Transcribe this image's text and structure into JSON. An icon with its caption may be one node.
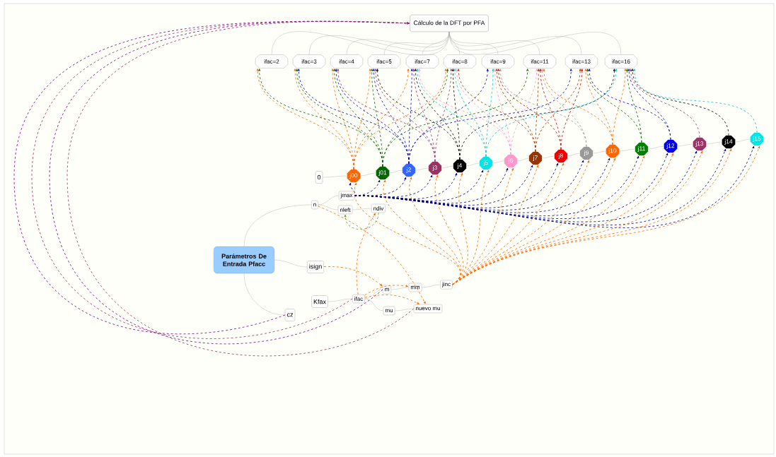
{
  "diagram": {
    "nodes": [
      {
        "text": [
          "Cálculo de la DFT por PFA"
        ]
      },
      {
        "text": [
          "ifac=2"
        ]
      },
      {
        "text": [
          "ifac=3"
        ]
      },
      {
        "text": [
          "ifac=4"
        ]
      },
      {
        "text": [
          "ifac=5"
        ]
      },
      {
        "text": [
          "ifac=7"
        ]
      },
      {
        "text": [
          "ifac=8"
        ]
      },
      {
        "text": [
          "ifac=9"
        ]
      },
      {
        "text": [
          "ifac=11"
        ]
      },
      {
        "text": [
          "ifac=13"
        ]
      },
      {
        "text": [
          "ifac=16"
        ]
      },
      {
        "text": [
          "0"
        ]
      },
      {
        "text": [
          "j00"
        ]
      },
      {
        "text": [
          "j01"
        ]
      },
      {
        "text": [
          "j2"
        ]
      },
      {
        "text": [
          "j3"
        ]
      },
      {
        "text": [
          "j4"
        ]
      },
      {
        "text": [
          "j5"
        ]
      },
      {
        "text": [
          "j6"
        ]
      },
      {
        "text": [
          "j7"
        ]
      },
      {
        "text": [
          "j8"
        ]
      },
      {
        "text": [
          "j9"
        ]
      },
      {
        "text": [
          "j10"
        ]
      },
      {
        "text": [
          "j11"
        ]
      },
      {
        "text": [
          "j12"
        ]
      },
      {
        "text": [
          "j13"
        ]
      },
      {
        "text": [
          "j14"
        ]
      },
      {
        "text": [
          "j15"
        ]
      },
      {
        "text": [
          "Parámetros De Entrada Pfacc"
        ]
      },
      {
        "text": [
          "n"
        ]
      },
      {
        "text": [
          "jmax"
        ]
      },
      {
        "text": [
          "nleft"
        ]
      },
      {
        "text": [
          "ndiv"
        ]
      },
      {
        "text": [
          "isign"
        ]
      },
      {
        "text": [
          "Kfax"
        ]
      },
      {
        "text": [
          "ifac"
        ]
      },
      {
        "text": [
          "m"
        ]
      },
      {
        "text": [
          "mm"
        ]
      },
      {
        "text": [
          "jinc"
        ]
      },
      {
        "text": [
          "mu"
        ]
      },
      {
        "text": [
          "nuevo mu"
        ]
      },
      {
        "text": [
          "cz"
        ]
      }
    ],
    "edges": [
      {
        "from": 0,
        "to": 1,
        "arrow": "none"
      },
      {
        "from": 0,
        "to": 2,
        "arrow": "none"
      },
      {
        "from": 0,
        "to": 3,
        "arrow": "none"
      },
      {
        "from": 0,
        "to": 4,
        "arrow": "none"
      },
      {
        "from": 0,
        "to": 5,
        "arrow": "none"
      },
      {
        "from": 0,
        "to": 6,
        "arrow": "none"
      },
      {
        "from": 0,
        "to": 7,
        "arrow": "none"
      },
      {
        "from": 0,
        "to": 8,
        "arrow": "none"
      },
      {
        "from": 0,
        "to": 9,
        "arrow": "none"
      },
      {
        "from": 0,
        "to": 10,
        "arrow": "none"
      },
      {
        "from": 11,
        "to": 12,
        "arrow": "none"
      },
      {
        "from": 12,
        "to": 13,
        "arrow": "none"
      },
      {
        "from": 13,
        "to": 14,
        "arrow": "none"
      },
      {
        "from": 14,
        "to": 15,
        "arrow": "none"
      },
      {
        "from": 15,
        "to": 16,
        "arrow": "none"
      },
      {
        "from": 16,
        "to": 17,
        "arrow": "none"
      },
      {
        "from": 17,
        "to": 18,
        "arrow": "none"
      },
      {
        "from": 18,
        "to": 19,
        "arrow": "none"
      },
      {
        "from": 19,
        "to": 20,
        "arrow": "none"
      },
      {
        "from": 20,
        "to": 21,
        "arrow": "none"
      },
      {
        "from": 21,
        "to": 22,
        "arrow": "none"
      },
      {
        "from": 22,
        "to": 23,
        "arrow": "none"
      },
      {
        "from": 23,
        "to": 24,
        "arrow": "none"
      },
      {
        "from": 24,
        "to": 25,
        "arrow": "none"
      },
      {
        "from": 25,
        "to": 26,
        "arrow": "none"
      },
      {
        "from": 26,
        "to": 27,
        "arrow": "none"
      },
      {
        "from": 28,
        "to": 29,
        "arrow": "none"
      },
      {
        "from": 28,
        "to": 33,
        "arrow": "none"
      },
      {
        "from": 28,
        "to": 41,
        "arrow": "none"
      },
      {
        "from": 29,
        "to": 30,
        "arrow": "none"
      },
      {
        "from": 29,
        "to": 31,
        "arrow": "none"
      },
      {
        "from": 31,
        "to": 32,
        "arrow": "none"
      },
      {
        "from": 34,
        "to": 35,
        "arrow": "none"
      },
      {
        "from": 35,
        "to": 36,
        "arrow": "none"
      },
      {
        "from": 35,
        "to": 39,
        "arrow": "none"
      },
      {
        "from": 36,
        "to": 37,
        "arrow": "none"
      },
      {
        "from": 37,
        "to": 38,
        "arrow": "none"
      },
      {
        "from": 39,
        "to": 40,
        "arrow": "none"
      },
      {
        "from": 12,
        "to": 1,
        "arrow": "to",
        "style": "dashed",
        "color": "#ff6600"
      },
      {
        "from": 12,
        "to": 2,
        "arrow": "to",
        "style": "dashed",
        "color": "#ff6600"
      },
      {
        "from": 12,
        "to": 3,
        "arrow": "to",
        "style": "dashed",
        "color": "#ff6600"
      },
      {
        "from": 12,
        "to": 4,
        "arrow": "to",
        "style": "dashed",
        "color": "#ff6600"
      },
      {
        "from": 12,
        "to": 5,
        "arrow": "to",
        "style": "dashed",
        "color": "#ff6600"
      },
      {
        "from": 12,
        "to": 6,
        "arrow": "to",
        "style": "dashed",
        "color": "#ff6600"
      },
      {
        "from": 13,
        "to": 1,
        "arrow": "to",
        "style": "dashed",
        "color": "#006600"
      },
      {
        "from": 13,
        "to": 2,
        "arrow": "to",
        "style": "dashed",
        "color": "#006600"
      },
      {
        "from": 13,
        "to": 3,
        "arrow": "to",
        "style": "dashed",
        "color": "#006600"
      },
      {
        "from": 13,
        "to": 4,
        "arrow": "to",
        "style": "dashed",
        "color": "#006600"
      },
      {
        "from": 13,
        "to": 6,
        "arrow": "to",
        "style": "dashed",
        "color": "#006600"
      },
      {
        "from": 13,
        "to": 8,
        "arrow": "to",
        "style": "dashed",
        "color": "#006600"
      },
      {
        "from": 14,
        "to": 2,
        "arrow": "to",
        "style": "dashed",
        "color": "#0000cc"
      },
      {
        "from": 14,
        "to": 3,
        "arrow": "to",
        "style": "dashed",
        "color": "#0000cc"
      },
      {
        "from": 14,
        "to": 4,
        "arrow": "to",
        "style": "dashed",
        "color": "#0000cc"
      },
      {
        "from": 14,
        "to": 5,
        "arrow": "to",
        "style": "dashed",
        "color": "#0000cc"
      },
      {
        "from": 14,
        "to": 7,
        "arrow": "to",
        "style": "dashed",
        "color": "#0000cc"
      },
      {
        "from": 14,
        "to": 9,
        "arrow": "to",
        "style": "dashed",
        "color": "#0000cc"
      },
      {
        "from": 15,
        "to": 3,
        "arrow": "to",
        "style": "dashed",
        "color": "#993366"
      },
      {
        "from": 15,
        "to": 4,
        "arrow": "to",
        "style": "dashed",
        "color": "#993366"
      },
      {
        "from": 15,
        "to": 5,
        "arrow": "to",
        "style": "dashed",
        "color": "#993366"
      },
      {
        "from": 15,
        "to": 6,
        "arrow": "to",
        "style": "dashed",
        "color": "#993366"
      },
      {
        "from": 16,
        "to": 4,
        "arrow": "to",
        "style": "dashed",
        "color": "#000000"
      },
      {
        "from": 16,
        "to": 5,
        "arrow": "to",
        "style": "dashed",
        "color": "#000000"
      },
      {
        "from": 16,
        "to": 6,
        "arrow": "to",
        "style": "dashed",
        "color": "#000000"
      },
      {
        "from": 16,
        "to": 10,
        "arrow": "to",
        "style": "dashed",
        "color": "#000000"
      },
      {
        "from": 17,
        "to": 5,
        "arrow": "to",
        "style": "dashed",
        "color": "#00cccc"
      },
      {
        "from": 17,
        "to": 6,
        "arrow": "to",
        "style": "dashed",
        "color": "#00cccc"
      },
      {
        "from": 17,
        "to": 7,
        "arrow": "to",
        "style": "dashed",
        "color": "#00cccc"
      },
      {
        "from": 17,
        "to": 10,
        "arrow": "to",
        "style": "dashed",
        "color": "#00cccc"
      },
      {
        "from": 18,
        "to": 5,
        "arrow": "to",
        "style": "dashed",
        "color": "#ff99cc"
      },
      {
        "from": 18,
        "to": 6,
        "arrow": "to",
        "style": "dashed",
        "color": "#ff99cc"
      },
      {
        "from": 18,
        "to": 7,
        "arrow": "to",
        "style": "dashed",
        "color": "#ff99cc"
      },
      {
        "from": 18,
        "to": 8,
        "arrow": "to",
        "style": "dashed",
        "color": "#ff99cc"
      },
      {
        "from": 19,
        "to": 6,
        "arrow": "to",
        "style": "dashed",
        "color": "#993300"
      },
      {
        "from": 19,
        "to": 7,
        "arrow": "to",
        "style": "dashed",
        "color": "#993300"
      },
      {
        "from": 19,
        "to": 8,
        "arrow": "to",
        "style": "dashed",
        "color": "#993300"
      },
      {
        "from": 19,
        "to": 9,
        "arrow": "to",
        "style": "dashed",
        "color": "#993300"
      },
      {
        "from": 20,
        "to": 7,
        "arrow": "to",
        "style": "dashed",
        "color": "#cc0000"
      },
      {
        "from": 20,
        "to": 8,
        "arrow": "to",
        "style": "dashed",
        "color": "#cc0000"
      },
      {
        "from": 20,
        "to": 9,
        "arrow": "to",
        "style": "dashed",
        "color": "#cc0000"
      },
      {
        "from": 21,
        "to": 7,
        "arrow": "to",
        "style": "dashed",
        "color": "#999999"
      },
      {
        "from": 21,
        "to": 8,
        "arrow": "to",
        "style": "dashed",
        "color": "#999999"
      },
      {
        "from": 22,
        "to": 8,
        "arrow": "to",
        "style": "dashed",
        "color": "#ff6600"
      },
      {
        "from": 22,
        "to": 9,
        "arrow": "to",
        "style": "dashed",
        "color": "#ff6600"
      },
      {
        "from": 22,
        "to": 10,
        "arrow": "to",
        "style": "dashed",
        "color": "#ff6600"
      },
      {
        "from": 23,
        "to": 9,
        "arrow": "to",
        "style": "dashed",
        "color": "#006600"
      },
      {
        "from": 23,
        "to": 10,
        "arrow": "to",
        "style": "dashed",
        "color": "#006600"
      },
      {
        "from": 24,
        "to": 9,
        "arrow": "to",
        "style": "dashed",
        "color": "#0000cc"
      },
      {
        "from": 24,
        "to": 10,
        "arrow": "to",
        "style": "dashed",
        "color": "#0000cc"
      },
      {
        "from": 25,
        "to": 10,
        "arrow": "to",
        "style": "dashed",
        "color": "#993366"
      },
      {
        "from": 26,
        "to": 10,
        "arrow": "to",
        "style": "dashed",
        "color": "#000000"
      },
      {
        "from": 27,
        "to": 10,
        "arrow": "to",
        "style": "dashed",
        "color": "#00cccc"
      },
      {
        "from": 30,
        "to": 12,
        "arrow": "to",
        "style": "dashed",
        "color": "#000080"
      },
      {
        "from": 30,
        "to": 13,
        "arrow": "to",
        "style": "dashed",
        "color": "#000080"
      },
      {
        "from": 30,
        "to": 14,
        "arrow": "to",
        "style": "dashed",
        "color": "#000080"
      },
      {
        "from": 30,
        "to": 15,
        "arrow": "to",
        "style": "dashed",
        "color": "#000080"
      },
      {
        "from": 30,
        "to": 16,
        "arrow": "to",
        "style": "dashed",
        "color": "#000080"
      },
      {
        "from": 30,
        "to": 17,
        "arrow": "to",
        "style": "dashed",
        "color": "#000080"
      },
      {
        "from": 30,
        "to": 18,
        "arrow": "to",
        "style": "dashed",
        "color": "#000080"
      },
      {
        "from": 30,
        "to": 19,
        "arrow": "to",
        "style": "dashed",
        "color": "#000080"
      },
      {
        "from": 30,
        "to": 20,
        "arrow": "to",
        "style": "dashed",
        "color": "#000080"
      },
      {
        "from": 30,
        "to": 21,
        "arrow": "to",
        "style": "dashed",
        "color": "#000080"
      },
      {
        "from": 30,
        "to": 22,
        "arrow": "to",
        "style": "dashed",
        "color": "#000080"
      },
      {
        "from": 30,
        "to": 23,
        "arrow": "to",
        "style": "dashed",
        "color": "#000080"
      },
      {
        "from": 30,
        "to": 24,
        "arrow": "to",
        "style": "dashed",
        "color": "#000080"
      },
      {
        "from": 30,
        "to": 25,
        "arrow": "to",
        "style": "dashed",
        "color": "#000080"
      },
      {
        "from": 30,
        "to": 26,
        "arrow": "to",
        "style": "dashed",
        "color": "#000080"
      },
      {
        "from": 30,
        "to": 27,
        "arrow": "to",
        "style": "dashed",
        "color": "#000080"
      },
      {
        "from": 38,
        "to": 12,
        "arrow": "to",
        "style": "dashed",
        "color": "#ff6600"
      },
      {
        "from": 38,
        "to": 13,
        "arrow": "to",
        "style": "dashed",
        "color": "#ff6600"
      },
      {
        "from": 38,
        "to": 14,
        "arrow": "to",
        "style": "dashed",
        "color": "#ff6600"
      },
      {
        "from": 38,
        "to": 15,
        "arrow": "to",
        "style": "dashed",
        "color": "#ff6600"
      },
      {
        "from": 38,
        "to": 16,
        "arrow": "to",
        "style": "dashed",
        "color": "#ff6600"
      },
      {
        "from": 38,
        "to": 17,
        "arrow": "to",
        "style": "dashed",
        "color": "#ff6600"
      },
      {
        "from": 38,
        "to": 18,
        "arrow": "to",
        "style": "dashed",
        "color": "#ff6600"
      },
      {
        "from": 38,
        "to": 19,
        "arrow": "to",
        "style": "dashed",
        "color": "#ff6600"
      },
      {
        "from": 38,
        "to": 20,
        "arrow": "to",
        "style": "dashed",
        "color": "#ff6600"
      },
      {
        "from": 38,
        "to": 21,
        "arrow": "to",
        "style": "dashed",
        "color": "#ff6600"
      },
      {
        "from": 38,
        "to": 22,
        "arrow": "to",
        "style": "dashed",
        "color": "#ff6600"
      },
      {
        "from": 38,
        "to": 23,
        "arrow": "to",
        "style": "dashed",
        "color": "#ff6600"
      },
      {
        "from": 38,
        "to": 24,
        "arrow": "to",
        "style": "dashed",
        "color": "#ff6600"
      },
      {
        "from": 38,
        "to": 25,
        "arrow": "to",
        "style": "dashed",
        "color": "#ff6600"
      },
      {
        "from": 38,
        "to": 26,
        "arrow": "to",
        "style": "dashed",
        "color": "#ff6600"
      },
      {
        "from": 38,
        "to": 27,
        "arrow": "to",
        "style": "dashed",
        "color": "#ff6600"
      },
      {
        "from": 41,
        "to": 0,
        "arrow": "to",
        "style": "dashed",
        "color": "#800080"
      },
      {
        "from": 35,
        "to": 0,
        "arrow": "to",
        "style": "dashed",
        "color": "#993366"
      },
      {
        "from": 36,
        "to": 0,
        "arrow": "to",
        "style": "dashed",
        "color": "#800080"
      },
      {
        "from": 40,
        "to": 0,
        "arrow": "to",
        "style": "dashed",
        "color": "#993366"
      },
      {
        "from": 29,
        "to": 40,
        "arrow": "to",
        "style": "dashed",
        "color": "#ff6600"
      },
      {
        "from": 33,
        "to": 36,
        "arrow": "to",
        "style": "dashed",
        "color": "#ff6600"
      },
      {
        "from": 35,
        "to": 32,
        "arrow": "to",
        "style": "dashed",
        "color": "#ff6600"
      },
      {
        "from": 35,
        "to": 37,
        "arrow": "to",
        "style": "dashed",
        "color": "#ff6600"
      },
      {
        "from": 35,
        "to": 40,
        "arrow": "to",
        "style": "dashed",
        "color": "#ff6600"
      },
      {
        "from": 32,
        "to": 31,
        "arrow": "to",
        "style": "dashed",
        "color": "#669933"
      }
    ]
  }
}
